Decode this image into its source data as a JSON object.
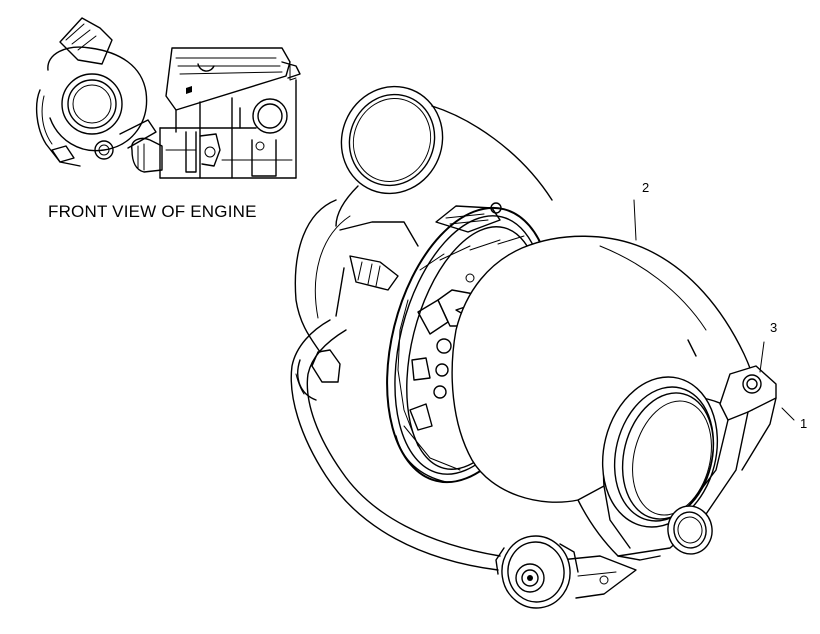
{
  "caption": "FRONT VIEW OF ENGINE",
  "callouts": [
    {
      "id": "callout-1",
      "text": "1"
    },
    {
      "id": "callout-2",
      "text": "2"
    },
    {
      "id": "callout-3",
      "text": "3"
    }
  ],
  "colors": {
    "ink": "#000000",
    "paper": "#ffffff"
  }
}
